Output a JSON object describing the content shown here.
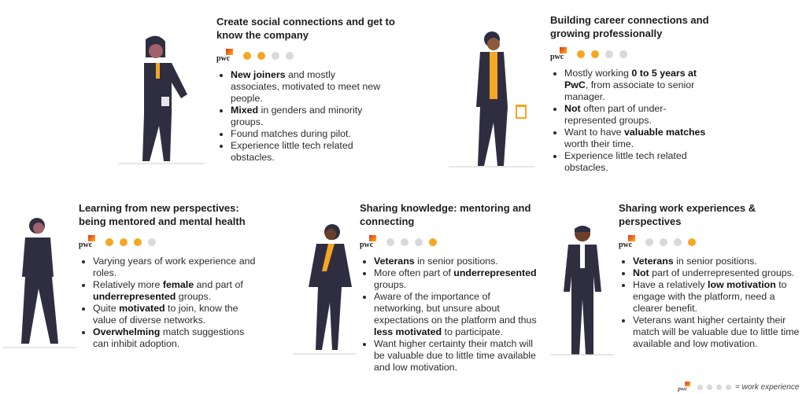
{
  "brand": {
    "logo_text": "pwc",
    "accent": "#f5a623",
    "inactive": "#d9d9d9"
  },
  "personas": [
    {
      "title": "Create social connections and get to know the company",
      "experience": 2,
      "bullets": [
        [
          {
            "t": "New joiners",
            "b": true
          },
          {
            "t": " and mostly associates, motivated to meet new people."
          }
        ],
        [
          {
            "t": "Mixed",
            "b": true
          },
          {
            "t": " in genders and minority groups."
          }
        ],
        [
          {
            "t": "Found matches during pilot."
          }
        ],
        [
          {
            "t": "Experience little tech related obstacles."
          }
        ]
      ]
    },
    {
      "title": "Building career connections and growing professionally",
      "experience": 2,
      "bullets": [
        [
          {
            "t": "Mostly working "
          },
          {
            "t": "0 to 5 years at PwC",
            "b": true
          },
          {
            "t": ", from associate to senior manager."
          }
        ],
        [
          {
            "t": "Not",
            "b": true
          },
          {
            "t": " often part of under-represented groups."
          }
        ],
        [
          {
            "t": "Want to have "
          },
          {
            "t": "valuable matches",
            "b": true
          },
          {
            "t": " worth their time."
          }
        ],
        [
          {
            "t": "Experience little tech related obstacles."
          }
        ]
      ]
    },
    {
      "title": "Learning from new perspectives: being mentored and mental health",
      "experience": 3,
      "bullets": [
        [
          {
            "t": "Varying years of work experience and roles."
          }
        ],
        [
          {
            "t": "Relatively more "
          },
          {
            "t": "female",
            "b": true
          },
          {
            "t": " and part of "
          },
          {
            "t": "underrepresented",
            "b": true
          },
          {
            "t": " groups."
          }
        ],
        [
          {
            "t": "Quite "
          },
          {
            "t": "motivated",
            "b": true
          },
          {
            "t": " to join, know the value of diverse networks."
          }
        ],
        [
          {
            "t": "Overwhelming",
            "b": true
          },
          {
            "t": " match suggestions can inhibit adoption."
          }
        ]
      ]
    },
    {
      "title": "Sharing knowledge: mentoring and connecting",
      "experience": 4,
      "exp_style": "last",
      "bullets": [
        [
          {
            "t": "Veterans",
            "b": true
          },
          {
            "t": " in senior positions."
          }
        ],
        [
          {
            "t": "More often part of "
          },
          {
            "t": "underrepresented",
            "b": true
          },
          {
            "t": " groups."
          }
        ],
        [
          {
            "t": "Aware of the importance of networking, but unsure about expectations on the platform and thus "
          },
          {
            "t": "less motivated",
            "b": true
          },
          {
            "t": " to participate."
          }
        ],
        [
          {
            "t": "Want higher certainty their match will be valuable due to little time available and low motivation."
          }
        ]
      ]
    },
    {
      "title": "Sharing work experiences & perspectives",
      "experience": 4,
      "exp_style": "last",
      "bullets": [
        [
          {
            "t": "Veterans",
            "b": true
          },
          {
            "t": " in senior positions."
          }
        ],
        [
          {
            "t": "Not",
            "b": true
          },
          {
            "t": " part of underrepresented groups."
          }
        ],
        [
          {
            "t": "Have a relatively "
          },
          {
            "t": "low motivation",
            "b": true
          },
          {
            "t": " to engage with the platform, need a clearer benefit."
          }
        ],
        [
          {
            "t": "Veterans want higher certainty their match will be valuable due to little time available and low motivation."
          }
        ]
      ]
    }
  ],
  "legend": {
    "label": "= work experience"
  }
}
